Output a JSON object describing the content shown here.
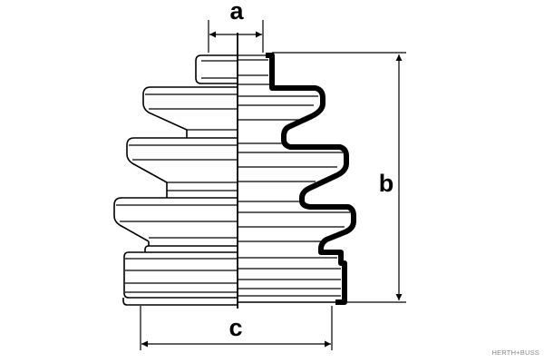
{
  "diagram": {
    "dimensions": {
      "a": "a",
      "b": "b",
      "c": "c"
    },
    "brand": "HERTH+BUSS",
    "colors": {
      "line": "#000000",
      "background": "#ffffff",
      "brand_text": "#888888"
    }
  }
}
